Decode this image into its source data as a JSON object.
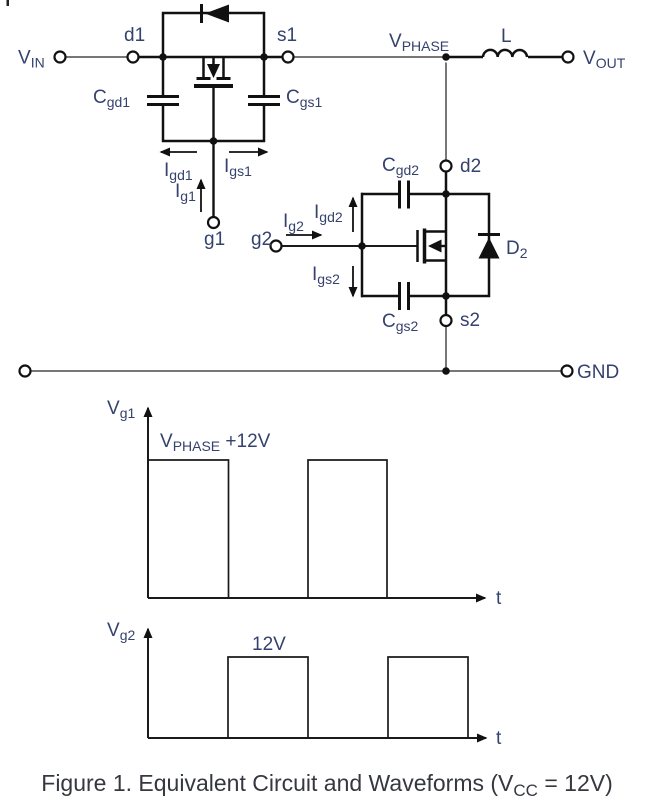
{
  "figure": {
    "caption": {
      "pre": "Figure 1. Equivalent Circuit and Waveforms (V",
      "sub": "CC",
      "post": " = 12V)"
    }
  },
  "circuit": {
    "terminals": {
      "vin": {
        "main": "V",
        "sub": "IN"
      },
      "d1": "d1",
      "s1": "s1",
      "vphase": {
        "main": "V",
        "sub": "PHASE"
      },
      "inductor": "L",
      "vout": {
        "main": "V",
        "sub": "OUT"
      },
      "g1": "g1",
      "g2": "g2",
      "d2": "d2",
      "s2": "s2",
      "gnd": "GND"
    },
    "components": {
      "cgd1": {
        "main": "C",
        "sub": "gd1"
      },
      "cgs1": {
        "main": "C",
        "sub": "gs1"
      },
      "cgd2": {
        "main": "C",
        "sub": "gd2"
      },
      "cgs2": {
        "main": "C",
        "sub": "gs2"
      },
      "d2_diode": {
        "main": "D",
        "sub": "2"
      }
    },
    "currents": {
      "igd1": {
        "main": "I",
        "sub": "gd1"
      },
      "igs1": {
        "main": "I",
        "sub": "gs1"
      },
      "ig1": {
        "main": "I",
        "sub": "g1"
      },
      "igd2": {
        "main": "I",
        "sub": "gd2"
      },
      "igs2": {
        "main": "I",
        "sub": "gs2"
      },
      "ig2": {
        "main": "I",
        "sub": "g2"
      }
    }
  },
  "waveforms": {
    "vg1": {
      "axis": {
        "main": "V",
        "sub": "g1"
      },
      "high_level": {
        "main": "V",
        "sub": "PHASE",
        "rest": " +12V"
      },
      "t": "t",
      "shape": "square wave, two pulses, high from t0 and complementary to Vg2"
    },
    "vg2": {
      "axis": {
        "main": "V",
        "sub": "g2"
      },
      "high_level": "12V",
      "t": "t",
      "shape": "square wave, two pulses, complementary to Vg1"
    }
  },
  "colors": {
    "label": "#35426e",
    "line": "#111111",
    "wire": "#4a4a4a",
    "caption": "#35383f",
    "background": "#ffffff"
  }
}
